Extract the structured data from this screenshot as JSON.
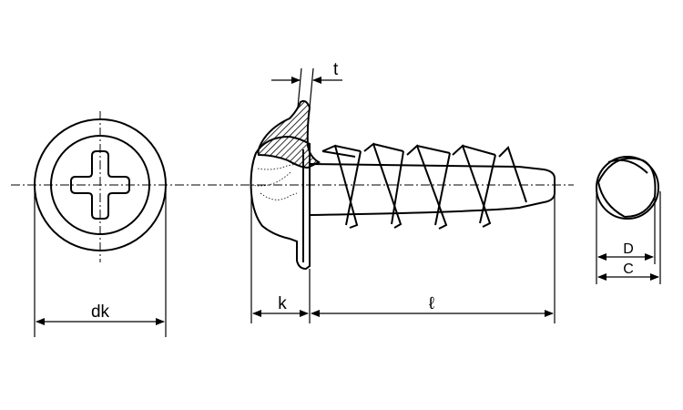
{
  "dimensions": {
    "dk": "dk",
    "k": "k",
    "l": "ℓ",
    "t": "t",
    "d": "D",
    "c": "C"
  },
  "colors": {
    "line": "#000000",
    "background": "#ffffff"
  }
}
